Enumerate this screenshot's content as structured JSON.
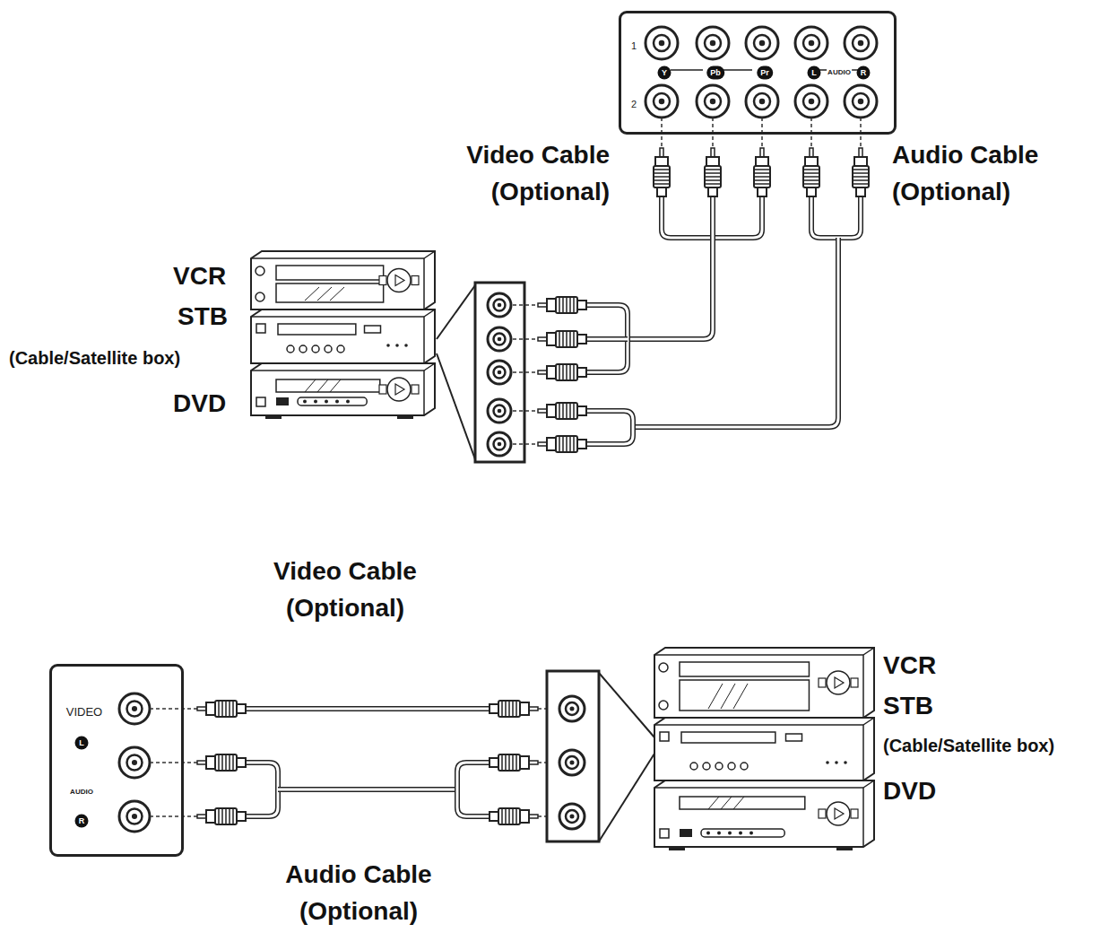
{
  "diagram": {
    "nodes": [
      {
        "text": [
          "1",
          "Y",
          "Pb",
          "Pr",
          "L",
          "AUDIO",
          "R",
          "2"
        ]
      },
      {
        "text": [
          "VIDEO",
          "L",
          "AUDIO",
          "R"
        ]
      }
    ],
    "labels": [
      "Video Cable (Optional)",
      "Audio Cable (Optional)",
      "VCR",
      "STB",
      "(Cable/Satellite box)",
      "DVD",
      "Video Cable (Optional)",
      "VCR",
      "STB",
      "(Cable/Satellite box)",
      "DVD",
      "Audio Cable (Optional)"
    ]
  }
}
